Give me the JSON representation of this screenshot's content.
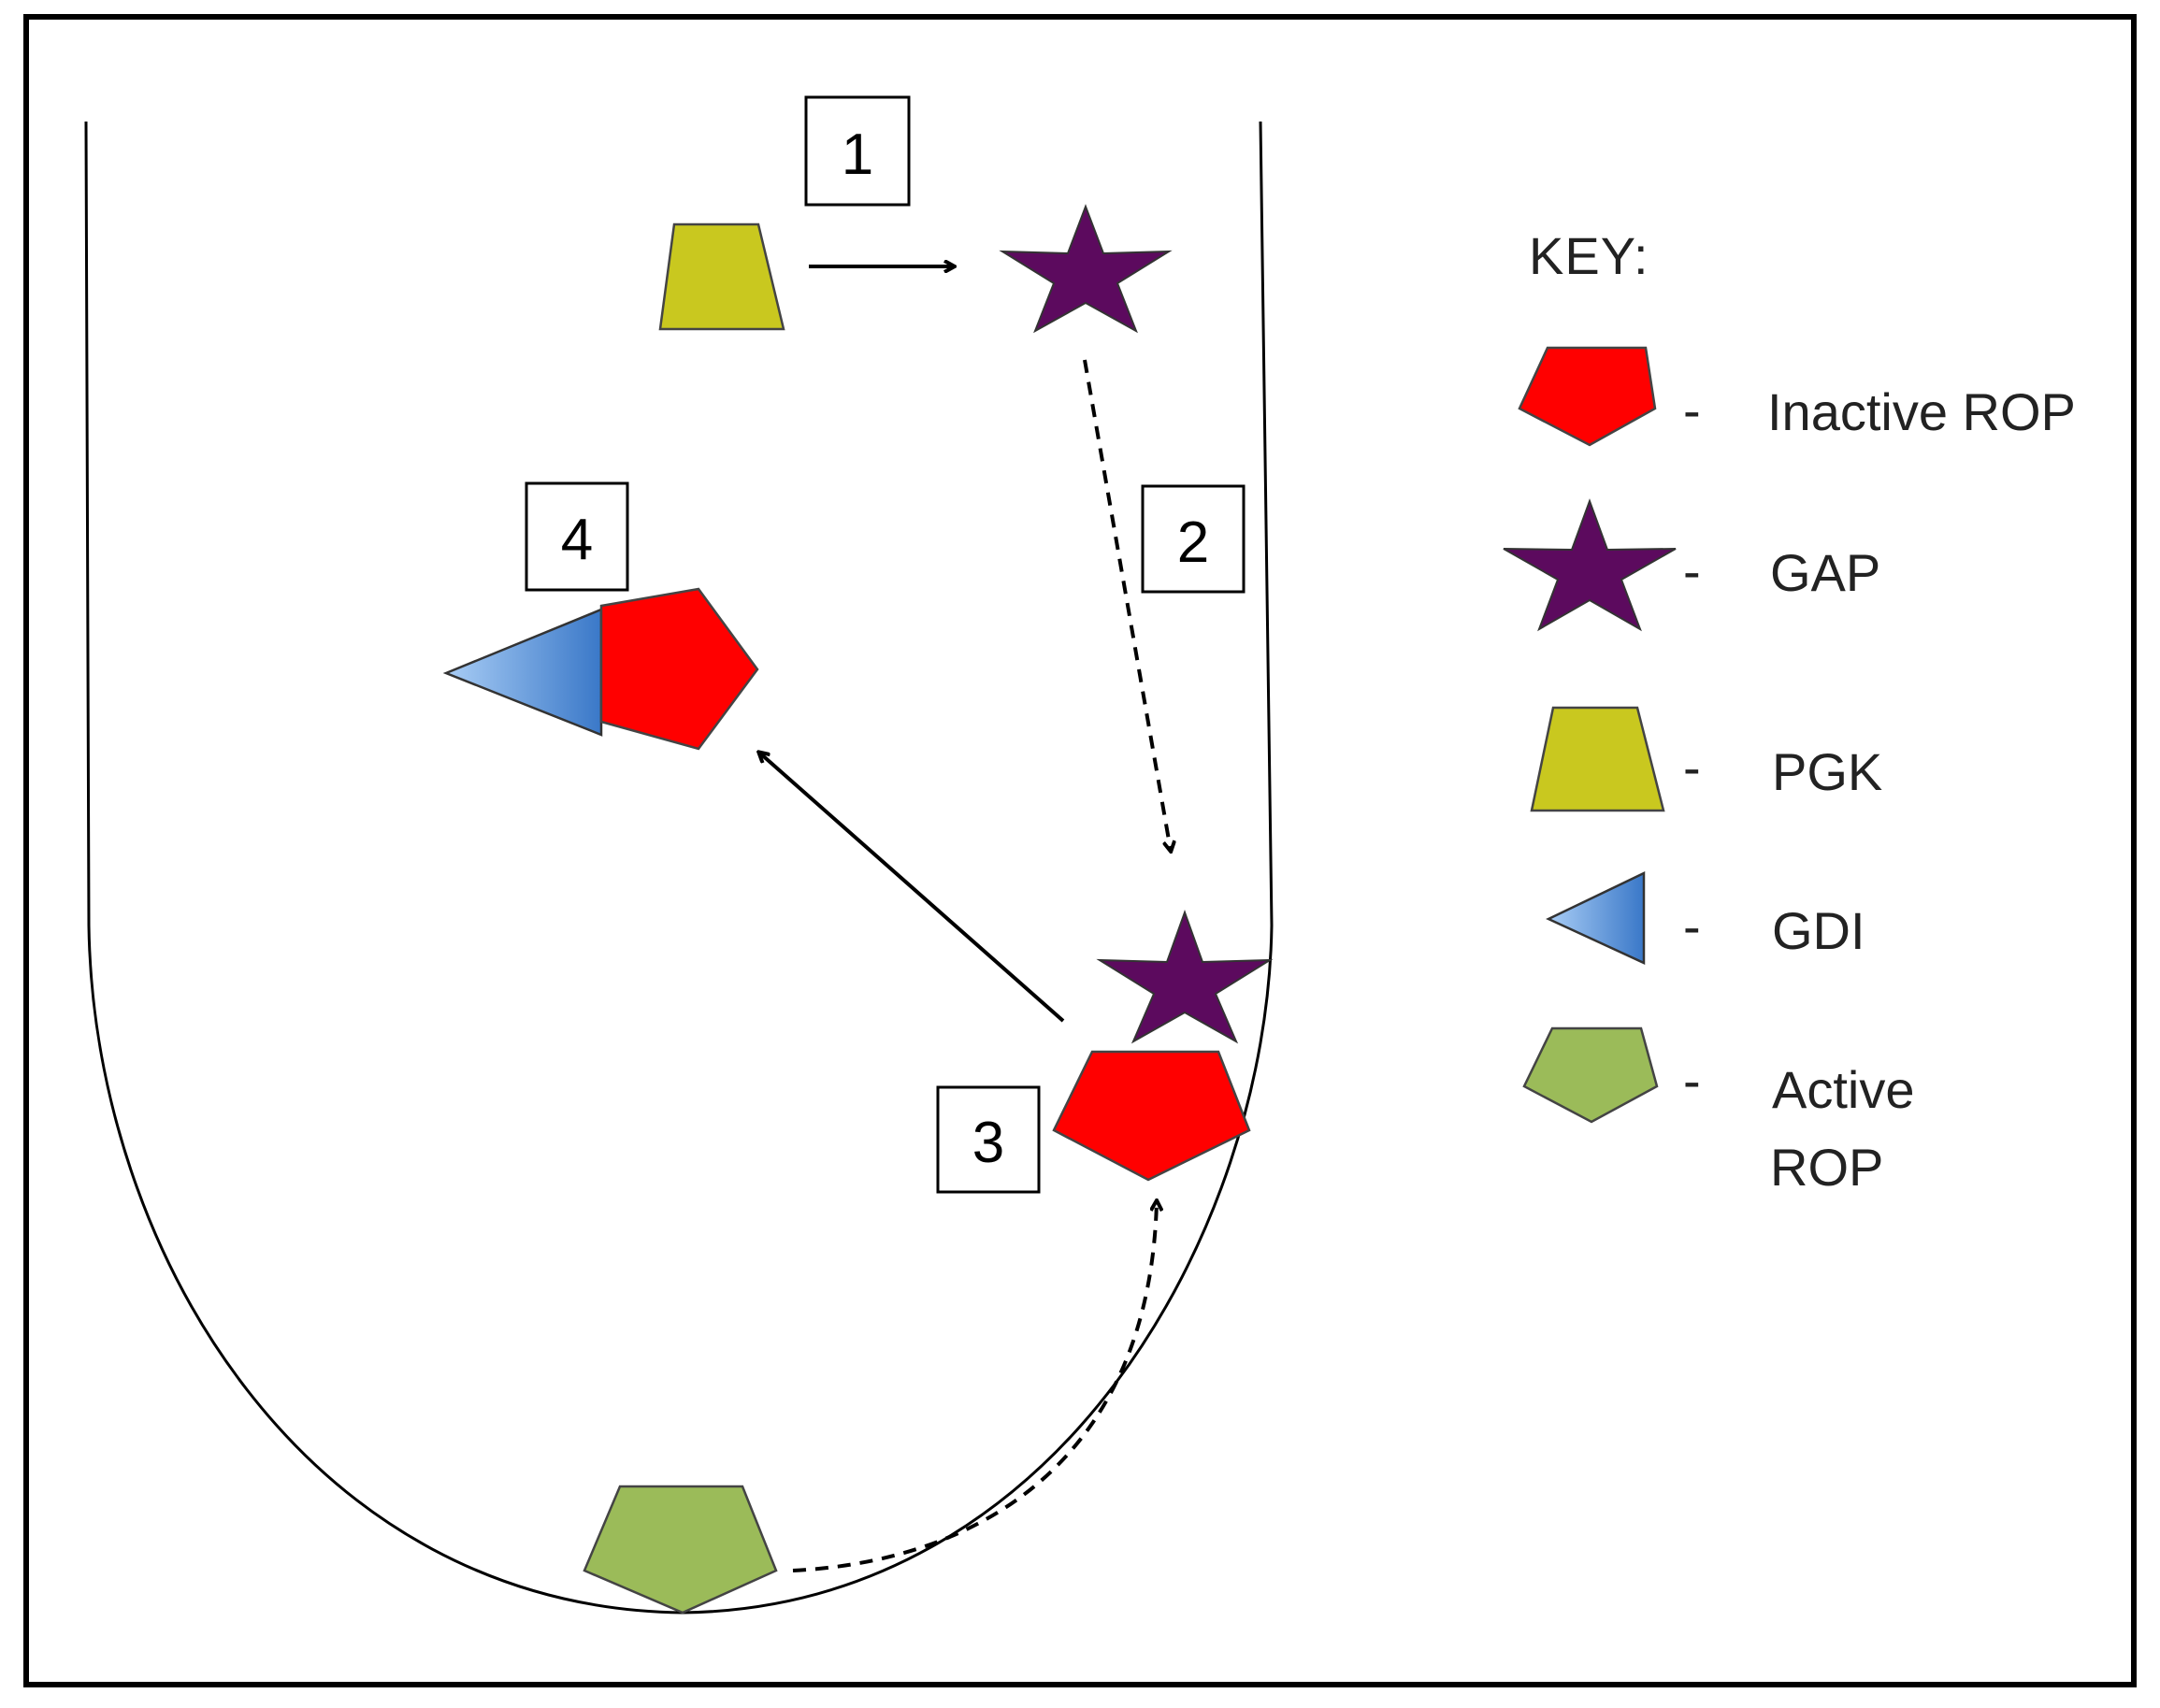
{
  "steps": [
    "1",
    "2",
    "3",
    "4"
  ],
  "key": {
    "title": "KEY:",
    "dash": "-",
    "items": [
      {
        "shape": "pentagon",
        "color": "#ff0000",
        "label": "Inactive ROP"
      },
      {
        "shape": "star",
        "color": "#5c0a5e",
        "label": "GAP"
      },
      {
        "shape": "trapezoid",
        "color": "#c9c81f",
        "label": "PGK"
      },
      {
        "shape": "triangle",
        "color": "#4a8ad8",
        "label": "GDI"
      },
      {
        "shape": "pentagon",
        "color": "#9bbb59",
        "label_line1": "Active",
        "label_line2": "ROP"
      }
    ]
  },
  "colors": {
    "inactive_rop": "#ff0000",
    "gap": "#5c0a5e",
    "pgk": "#c9c81f",
    "gdi": "#4a8ad8",
    "active_rop": "#9bbb59",
    "outline": "#000000"
  }
}
